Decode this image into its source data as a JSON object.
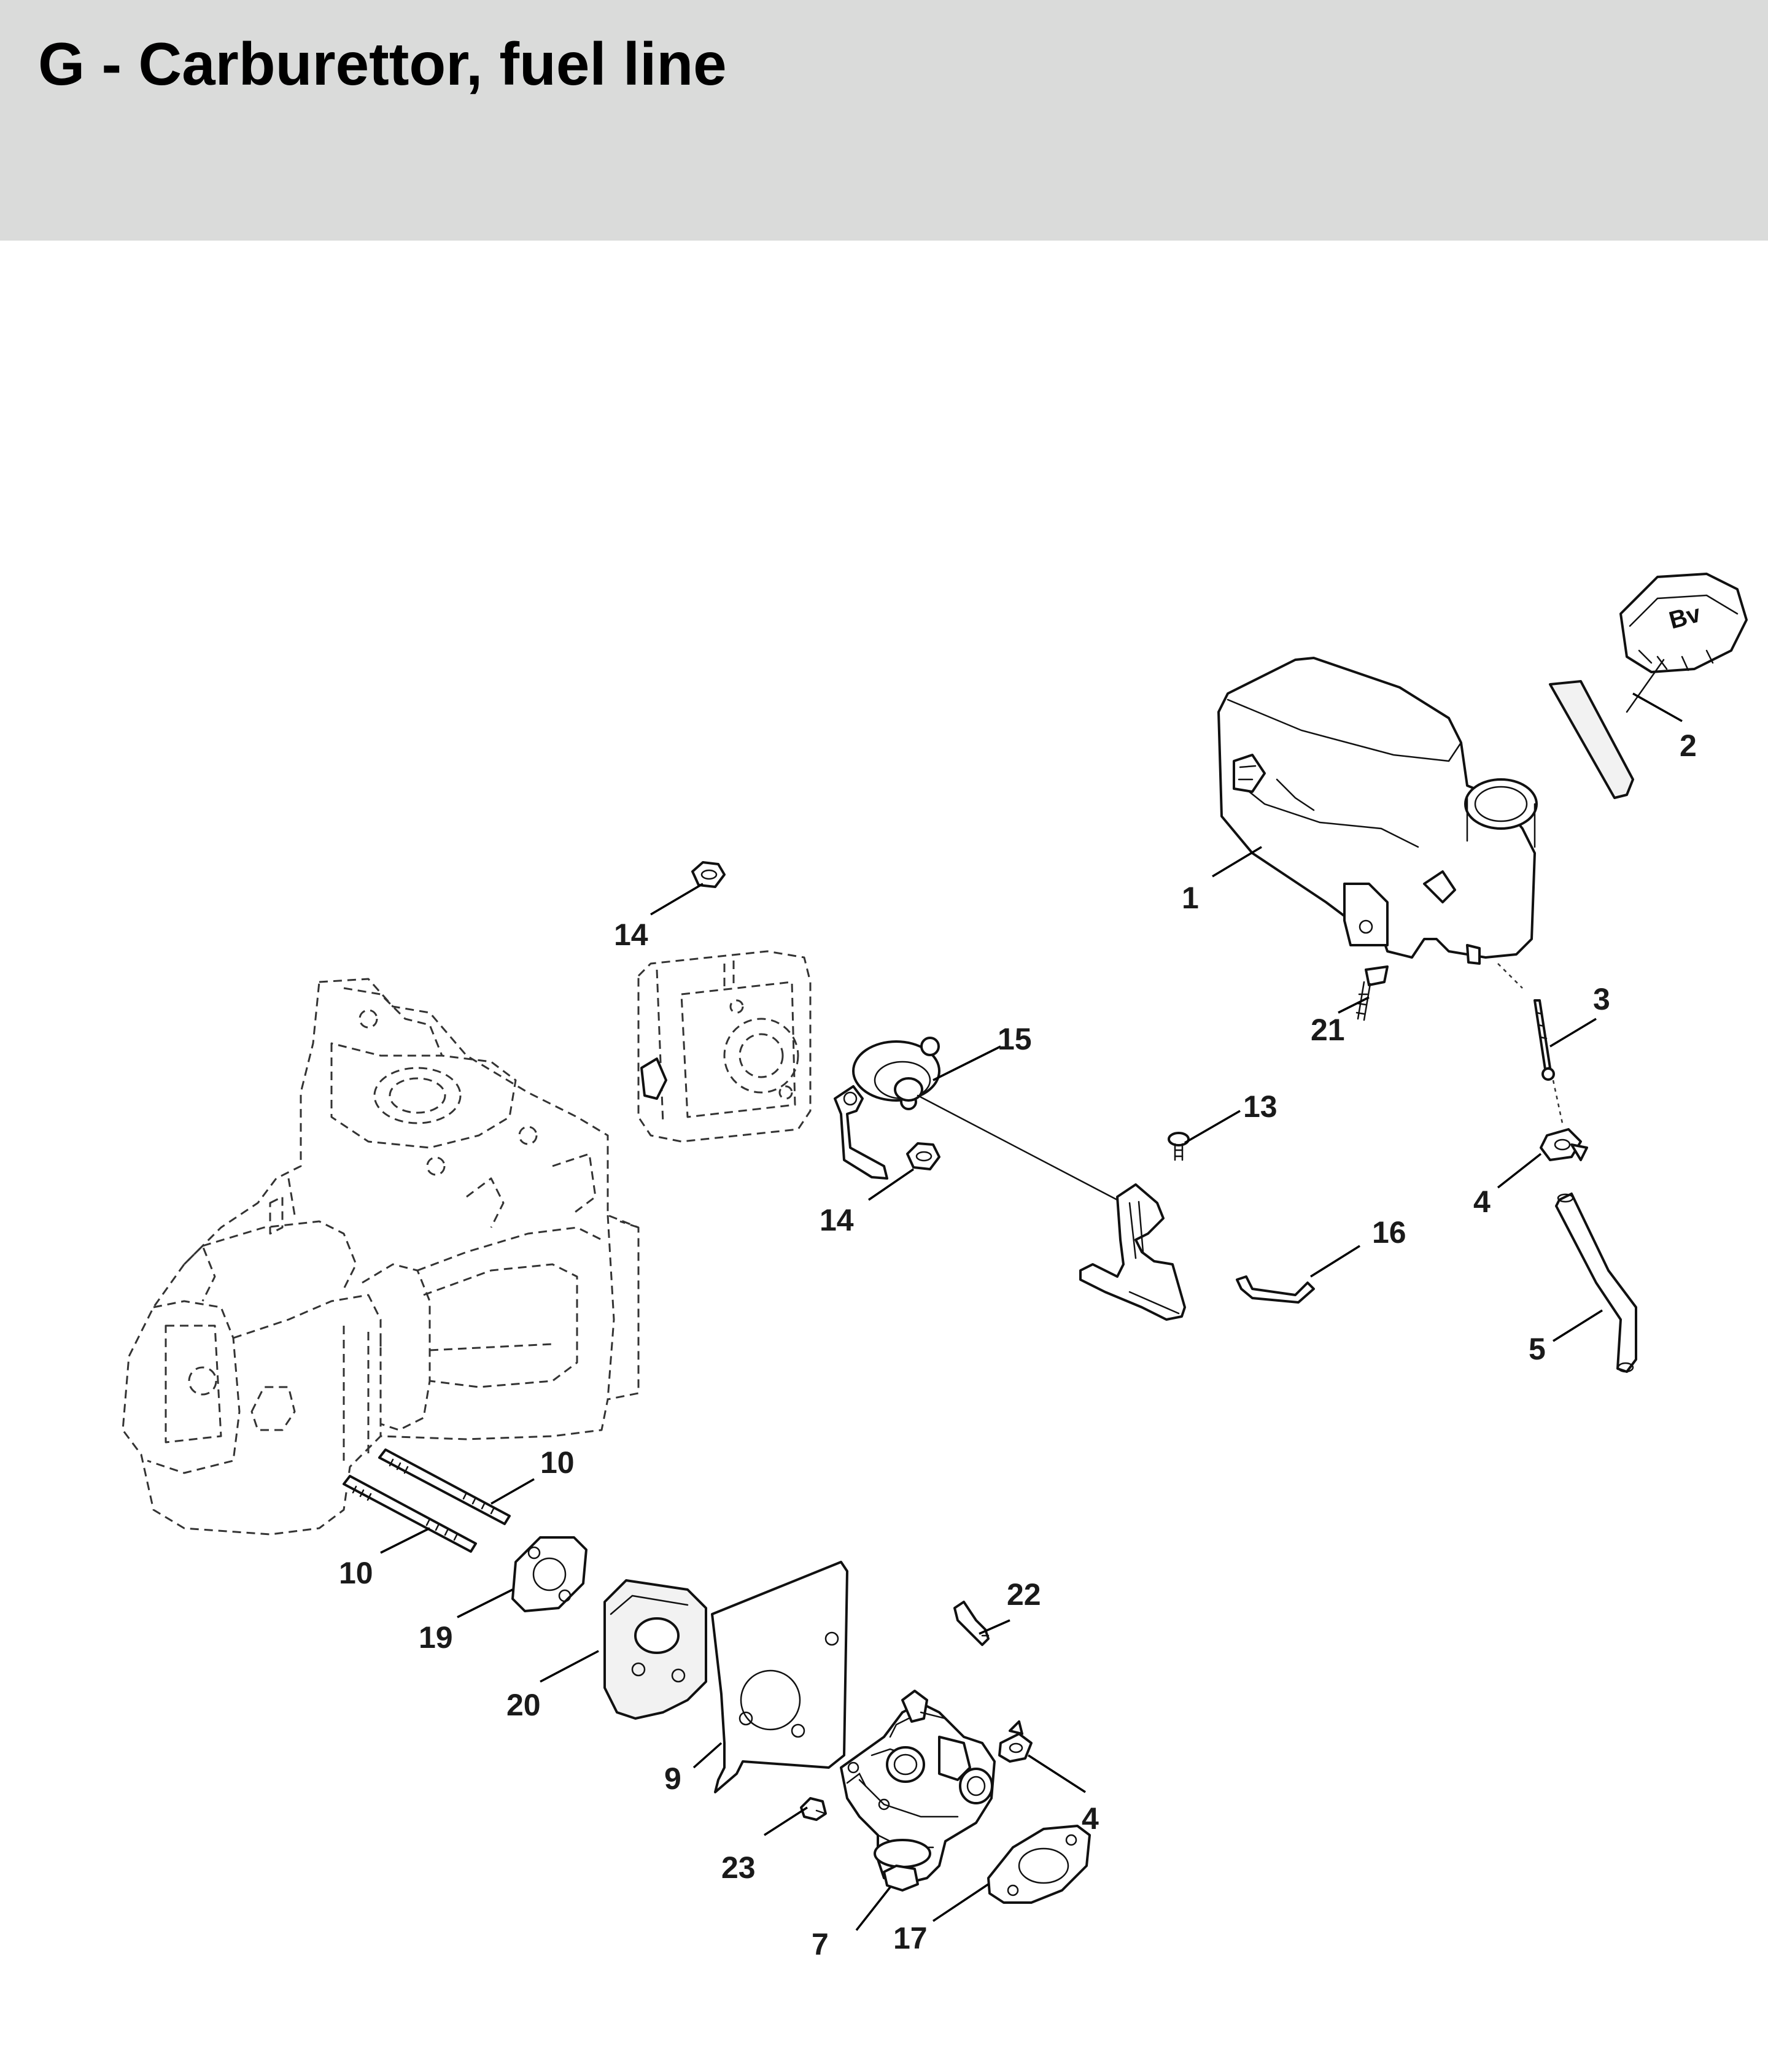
{
  "header": {
    "title": "G - Carburettor, fuel line",
    "background": "#dadbda"
  },
  "callouts": [
    {
      "id": "c1",
      "label": "1"
    },
    {
      "id": "c2",
      "label": "2"
    },
    {
      "id": "c3",
      "label": "3"
    },
    {
      "id": "c4a",
      "label": "4"
    },
    {
      "id": "c4b",
      "label": "4"
    },
    {
      "id": "c5",
      "label": "5"
    },
    {
      "id": "c7",
      "label": "7"
    },
    {
      "id": "c9",
      "label": "9"
    },
    {
      "id": "c10a",
      "label": "10"
    },
    {
      "id": "c10b",
      "label": "10"
    },
    {
      "id": "c13",
      "label": "13"
    },
    {
      "id": "c14a",
      "label": "14"
    },
    {
      "id": "c14b",
      "label": "14"
    },
    {
      "id": "c15",
      "label": "15"
    },
    {
      "id": "c16",
      "label": "16"
    },
    {
      "id": "c17",
      "label": "17"
    },
    {
      "id": "c19",
      "label": "19"
    },
    {
      "id": "c20",
      "label": "20"
    },
    {
      "id": "c21",
      "label": "21"
    },
    {
      "id": "c22",
      "label": "22"
    },
    {
      "id": "c23",
      "label": "23"
    }
  ],
  "parts": {
    "fuel_cap_mark": "Bv"
  }
}
